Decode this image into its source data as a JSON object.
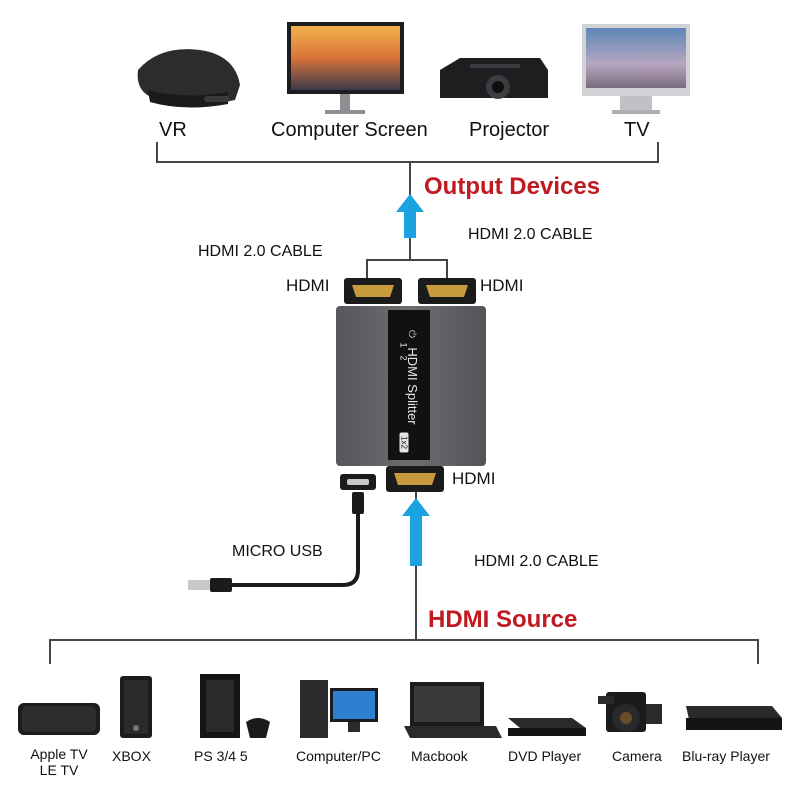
{
  "output": {
    "title": "Output Devices",
    "devices": [
      {
        "label": "VR",
        "icon": "vr-headset-icon"
      },
      {
        "label": "Computer Screen",
        "icon": "monitor-icon"
      },
      {
        "label": "Projector",
        "icon": "projector-icon"
      },
      {
        "label": "TV",
        "icon": "imac-tv-icon"
      }
    ]
  },
  "splitter": {
    "panel_text": "HDMI Splitter",
    "port_numbers": [
      "1",
      "2"
    ],
    "badge": "1x2",
    "output_cable_left": "HDMI 2.0 CABLE",
    "output_cable_right": "HDMI 2.0 CABLE",
    "out_port_left": "HDMI",
    "out_port_right": "HDMI",
    "in_port": "HDMI",
    "usb_label": "MICRO USB",
    "input_cable": "HDMI 2.0 CABLE"
  },
  "source": {
    "title": "HDMI Source",
    "devices": [
      {
        "label": "Apple TV",
        "label2": "LE TV",
        "icon": "apple-tv-icon"
      },
      {
        "label": "XBOX",
        "icon": "xbox-icon"
      },
      {
        "label": "PS 3/4 5",
        "icon": "playstation-icon"
      },
      {
        "label": "Computer/PC",
        "icon": "desktop-pc-icon"
      },
      {
        "label": "Macbook",
        "icon": "laptop-icon"
      },
      {
        "label": "DVD Player",
        "icon": "dvd-player-icon"
      },
      {
        "label": "Camera",
        "icon": "camera-icon"
      },
      {
        "label": "Blu-ray Player",
        "icon": "bluray-player-icon"
      }
    ]
  },
  "colors": {
    "arrow": "#1aa3e0",
    "title": "#c0191f",
    "device_body": "#5f6062",
    "line": "#444444"
  }
}
